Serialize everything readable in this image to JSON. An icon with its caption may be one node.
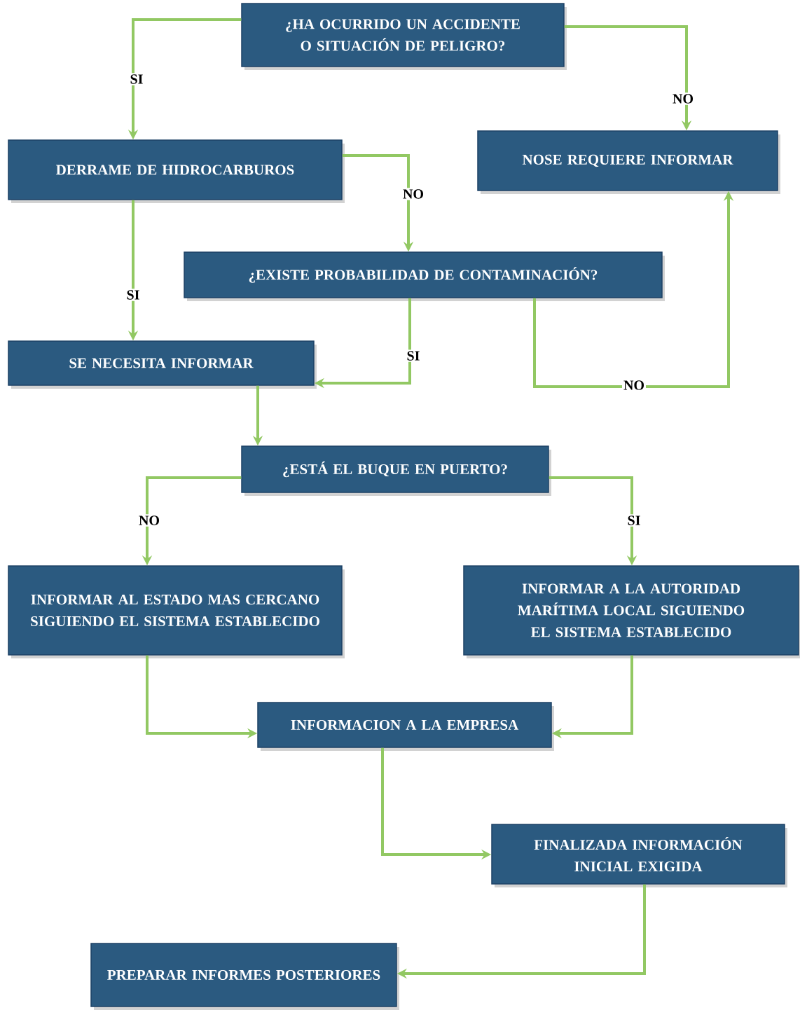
{
  "diagram": {
    "nodes": [
      {
        "text": [
          "¿HA OCURRIDO UN ACCIDENTE O SITUACIÓN DE PELIGRO?"
        ]
      },
      {
        "text": [
          "DERRAME DE HIDROCARBUROS"
        ]
      },
      {
        "text": [
          "NOSE REQUIERE INFORMAR"
        ]
      },
      {
        "text": [
          "¿EXISTE PROBABILIDAD DE CONTAMINACIÓN?"
        ]
      },
      {
        "text": [
          "SE NECESITA INFORMAR"
        ]
      },
      {
        "text": [
          "¿ESTÁ EL BUQUE EN PUERTO?"
        ]
      },
      {
        "text": [
          "INFORMAR AL ESTADO MAS CERCANO SIGUIENDO EL SISTEMA ESTABLECIDO"
        ]
      },
      {
        "text": [
          "INFORMAR A LA AUTORIDAD MARÍTIMA LOCAL SIGUIENDO EL SISTEMA ESTABLECIDO"
        ]
      },
      {
        "text": [
          "INFORMACION A LA EMPRESA"
        ]
      },
      {
        "text": [
          "FINALIZADA INFORMACIÓN INICIAL EXIGIDA"
        ]
      },
      {
        "text": [
          "PREPARAR INFORMES POSTERIORES"
        ]
      }
    ],
    "edges": [
      {
        "from": 0,
        "to": 1,
        "arrow": "to",
        "label": "SI"
      },
      {
        "from": 0,
        "to": 2,
        "arrow": "to",
        "label": "NO"
      },
      {
        "from": 1,
        "to": 3,
        "arrow": "to",
        "label": "NO"
      },
      {
        "from": 1,
        "to": 4,
        "arrow": "to",
        "label": "SI"
      },
      {
        "from": 3,
        "to": 4,
        "arrow": "to",
        "label": "SI"
      },
      {
        "from": 3,
        "to": 2,
        "arrow": "to",
        "label": "NO"
      },
      {
        "from": 4,
        "to": 5,
        "arrow": "to"
      },
      {
        "from": 5,
        "to": 6,
        "arrow": "to",
        "label": "NO"
      },
      {
        "from": 5,
        "to": 7,
        "arrow": "to",
        "label": "SI"
      },
      {
        "from": 6,
        "to": 8,
        "arrow": "to"
      },
      {
        "from": 7,
        "to": 8,
        "arrow": "to"
      },
      {
        "from": 8,
        "to": 9,
        "arrow": "to"
      },
      {
        "from": 9,
        "to": 10,
        "arrow": "to"
      }
    ]
  }
}
